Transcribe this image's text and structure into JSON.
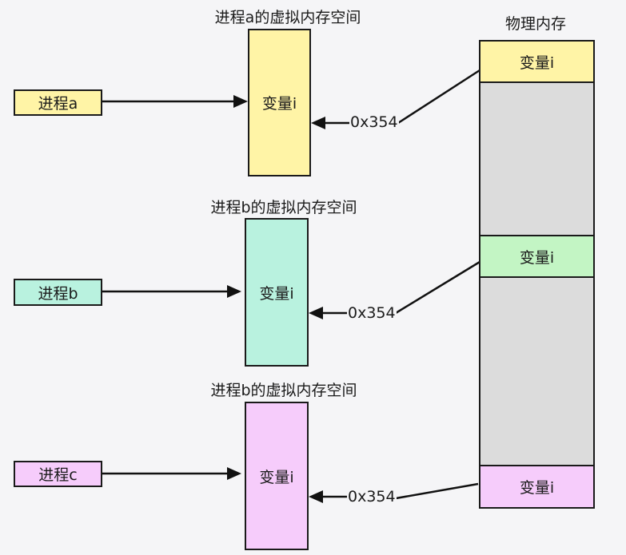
{
  "physical": {
    "title": "物理内存",
    "cells": [
      {
        "label": "变量i",
        "color": "#fff4a6"
      },
      {
        "label": "变量i",
        "color": "#c3f5c4"
      },
      {
        "label": "变量i",
        "color": "#f6ccfb"
      }
    ]
  },
  "processes": [
    {
      "label": "进程a",
      "space_title": "进程a的虚拟内存空间",
      "var_label": "变量i",
      "address": "0x354",
      "color": "#fff4a6"
    },
    {
      "label": "进程b",
      "space_title": "进程b的虚拟内存空间",
      "var_label": "变量i",
      "address": "0x354",
      "color": "#b9f2df"
    },
    {
      "label": "进程c",
      "space_title": "进程b的虚拟内存空间",
      "var_label": "变量i",
      "address": "0x354",
      "color": "#f6ccfb"
    }
  ]
}
